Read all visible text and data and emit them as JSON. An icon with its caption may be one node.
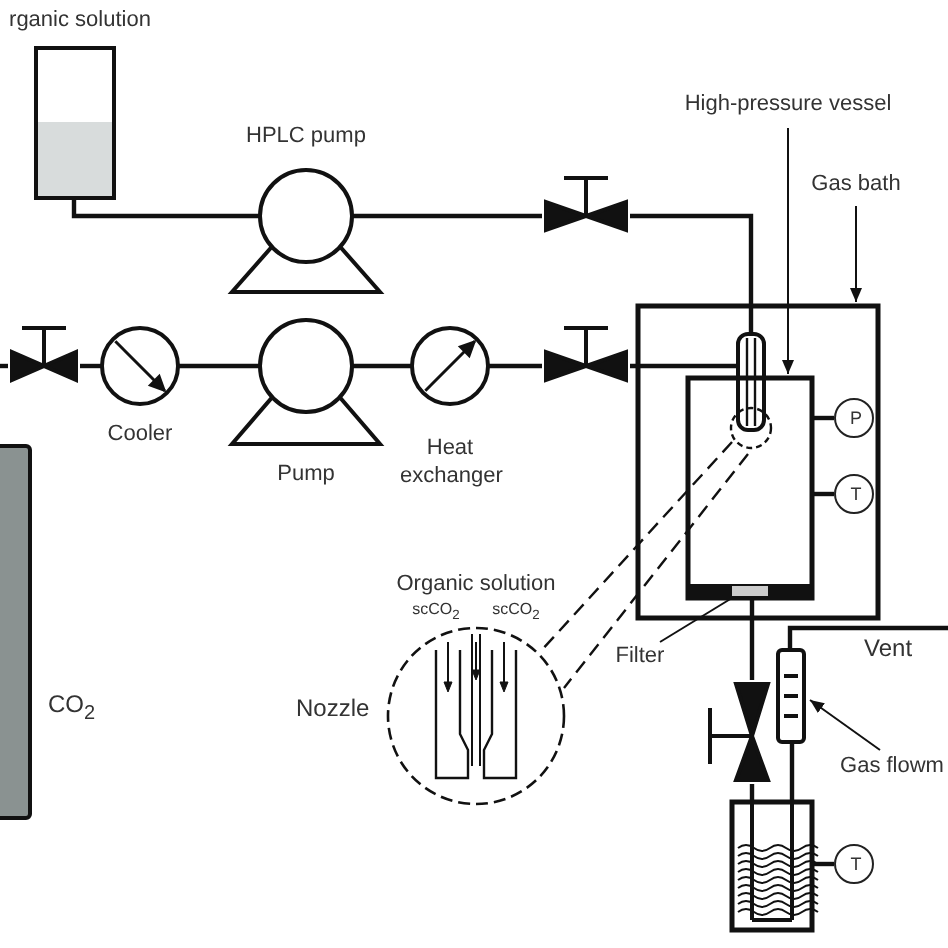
{
  "diagram": {
    "nodes": [
      {
        "text": [
          "rganic solution"
        ]
      },
      {
        "text": [
          "HPLC pump"
        ]
      },
      {
        "text": [],
        "shape": "valve"
      },
      {
        "text": [],
        "shape": "box"
      },
      {
        "text": [
          "Gas bath"
        ]
      },
      {
        "text": [
          "High-pressure vessel"
        ]
      },
      {
        "text": [],
        "shape": "box",
        "in": 3
      },
      {
        "text": [],
        "shape": "tube",
        "in": 3
      },
      {
        "text": [
          "P"
        ],
        "in": 3
      },
      {
        "text": [
          "T"
        ],
        "in": 3
      },
      {
        "text": [],
        "shape": "bar",
        "in": 6
      },
      {
        "text": [
          "Filter"
        ]
      },
      {
        "text": [],
        "shape": "cylinder",
        "beside": [
          "CO$_{2}$"
        ]
      },
      {
        "text": [],
        "shape": "valve"
      },
      {
        "text": [
          "Cooler"
        ]
      },
      {
        "text": [
          "Pump"
        ]
      },
      {
        "text": [
          "Heat exchanger"
        ]
      },
      {
        "text": [],
        "shape": "valve"
      },
      {
        "text": [],
        "shape": "valve"
      },
      {
        "text": [],
        "shape": "tube"
      },
      {
        "text": [
          "Gas flowm"
        ]
      },
      {
        "text": [],
        "shape": "box"
      },
      {
        "text": [
          "T"
        ]
      },
      {
        "text": [
          "Organic solution",
          "scCO$_{2}$",
          "scCO$_{2}$"
        ],
        "beside": [
          "Nozzle"
        ]
      }
    ],
    "edges": [
      {
        "from": 0,
        "to": 1,
        "arrow": "none"
      },
      {
        "from": 1,
        "to": 2,
        "arrow": "none"
      },
      {
        "from": 2,
        "to": 7,
        "arrow": "none"
      },
      {
        "from": null,
        "to": 13,
        "arrow": "none"
      },
      {
        "from": 13,
        "to": 14,
        "arrow": "none"
      },
      {
        "from": 14,
        "to": 15,
        "arrow": "none"
      },
      {
        "from": 15,
        "to": 16,
        "arrow": "none"
      },
      {
        "from": 16,
        "to": 17,
        "arrow": "none"
      },
      {
        "from": 17,
        "to": 7,
        "arrow": "none"
      },
      {
        "from": 4,
        "to": 3,
        "arrow": "to"
      },
      {
        "from": 5,
        "to": 6,
        "arrow": "to"
      },
      {
        "from": 11,
        "to": 10,
        "arrow": "none"
      },
      {
        "from": 20,
        "to": 19,
        "arrow": "to"
      },
      {
        "from": 8,
        "to": 6,
        "arrow": "none"
      },
      {
        "from": 9,
        "to": 6,
        "arrow": "none"
      },
      {
        "from": 6,
        "to": 18,
        "arrow": "none"
      },
      {
        "from": 18,
        "to": 21,
        "arrow": "none"
      },
      {
        "from": 21,
        "to": 19,
        "arrow": "none"
      },
      {
        "from": 19,
        "to": null,
        "arrow": "none",
        "label": "Vent"
      },
      {
        "from": 22,
        "to": 21,
        "arrow": "none"
      },
      {
        "from": 7,
        "to": 23,
        "arrow": "none",
        "style": "dashed"
      },
      {
        "from": 7,
        "to": 23,
        "arrow": "none",
        "style": "dashed"
      }
    ]
  }
}
